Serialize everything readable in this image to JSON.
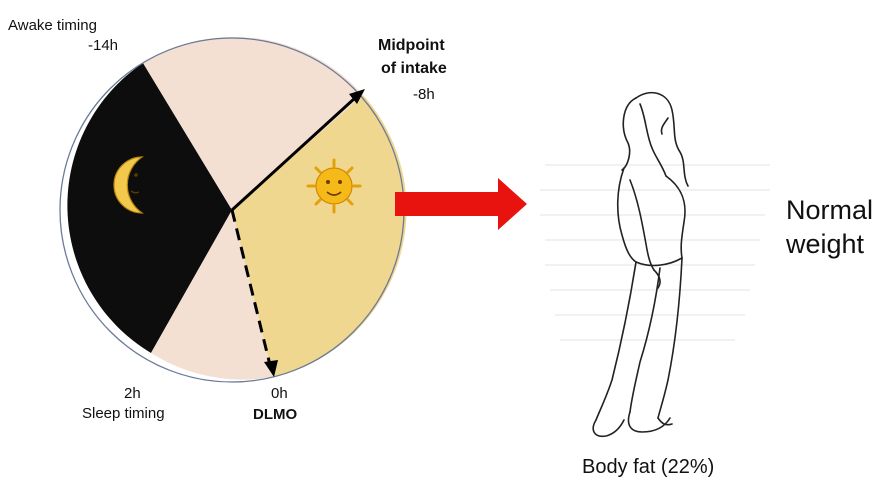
{
  "clock": {
    "awake_label": "Awake timing",
    "awake_value": "-14h",
    "midpoint_line1": "Midpoint",
    "midpoint_line2": "of intake",
    "midpoint_value": "-8h",
    "sleep_value": "2h",
    "sleep_label": "Sleep timing",
    "dlmo_value": "0h",
    "dlmo_label": "DLMO",
    "colors": {
      "night": "#0d0d0d",
      "light_segment": "#f4e0d3",
      "intake_segment": "#f0d78f",
      "arrow": "#e8130f"
    },
    "icons": [
      "moon-icon",
      "sun-icon"
    ]
  },
  "figure": {
    "weight_line1": "Normal",
    "weight_line2": "weight",
    "body_fat": "Body fat (22%)"
  }
}
